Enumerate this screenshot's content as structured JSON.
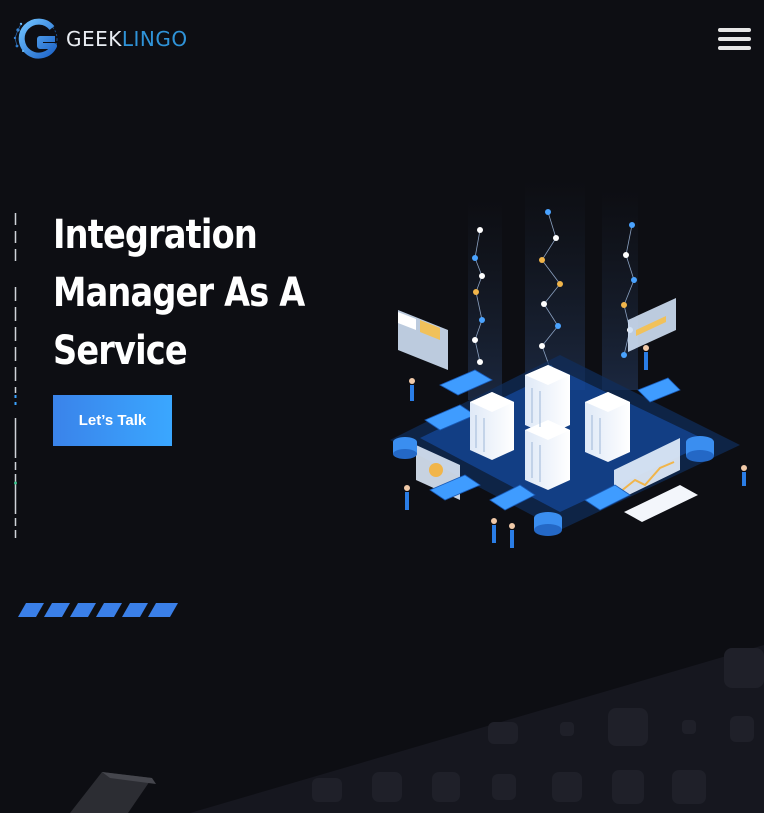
{
  "header": {
    "logo_geek": "GEEK",
    "logo_lingo": "LINGO",
    "menu_icon": "hamburger-menu-icon"
  },
  "hero": {
    "title": "Integration\nManager As A\nService",
    "cta_label": "Let’s Talk"
  },
  "illustration": {
    "icon": "data-center-isometric-illustration"
  },
  "colors": {
    "background": "#0d0e13",
    "accent": "#3a8ef0",
    "logo_blue": "#2f93d8",
    "text": "#ffffff"
  }
}
